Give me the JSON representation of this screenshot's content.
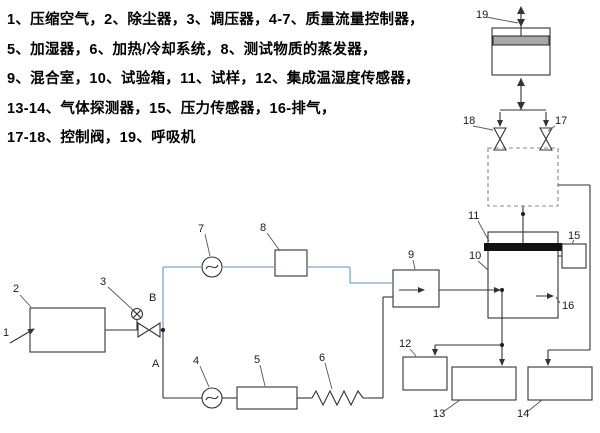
{
  "legend": {
    "lines": [
      "1、压缩空气，2、除尘器，3、调压器，4-7、质量流量控制器，",
      "5、加湿器，6、加热/冷却系统，8、测试物质的蒸发器，",
      "9、混合室，10、试验箱，11、试样，12、集成温湿度传感器，",
      "13-14、气体探测器，15、压力传感器，16-排气，",
      "17-18、控制阀，19、呼吸机"
    ]
  },
  "diagram": {
    "labels": {
      "l1": "1",
      "l2": "2",
      "l3": "3",
      "l4": "4",
      "l5": "5",
      "l6": "6",
      "l7": "7",
      "l8": "8",
      "l9": "9",
      "l10": "10",
      "l11": "11",
      "l12": "12",
      "l13": "13",
      "l14": "14",
      "l15": "15",
      "l16": "16",
      "l17": "17",
      "l18": "18",
      "l19": "19",
      "pointA": "A",
      "pointB": "B"
    },
    "colors": {
      "line": "#333333",
      "blue_path": "#7aa7d4",
      "piston_fill": "#a8a8a8",
      "sample_bar": "#111111",
      "background": "#ffffff"
    }
  }
}
